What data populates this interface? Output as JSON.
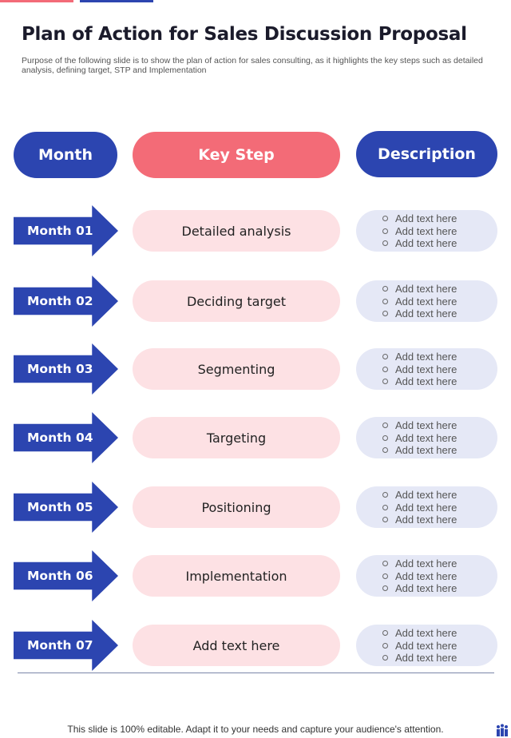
{
  "title": "Plan of Action for Sales Discussion Proposal",
  "subtitle": "Purpose of the following slide is to show the plan of action for sales consulting, as it highlights the key steps such as detailed analysis, defining target, STP and Implementation",
  "headers": {
    "month": "Month",
    "key_step": "Key Step",
    "description": "Description"
  },
  "rows": [
    {
      "month": "Month 01",
      "step": "Detailed analysis",
      "items": [
        "Add text here",
        "Add text here",
        "Add text here"
      ]
    },
    {
      "month": "Month 02",
      "step": "Deciding target",
      "items": [
        "Add text here",
        "Add text here",
        "Add text here"
      ]
    },
    {
      "month": "Month 03",
      "step": "Segmenting",
      "items": [
        "Add text here",
        "Add text here",
        "Add text here"
      ]
    },
    {
      "month": "Month 04",
      "step": "Targeting",
      "items": [
        "Add text here",
        "Add text here",
        "Add text here"
      ]
    },
    {
      "month": "Month 05",
      "step": "Positioning",
      "items": [
        "Add text here",
        "Add text here",
        "Add text here"
      ]
    },
    {
      "month": "Month 06",
      "step": "Implementation",
      "items": [
        "Add text here",
        "Add text here",
        "Add text here"
      ]
    },
    {
      "month": "Month 07",
      "step": "Add text here",
      "items": [
        "Add text here",
        "Add text here",
        "Add text here"
      ]
    }
  ],
  "footer": "This slide is 100% editable. Adapt it to your needs and capture your audience's attention.",
  "colors": {
    "blue": "#2c45b0",
    "red": "#f36b77",
    "pink_light": "#fde1e4",
    "blue_light": "#e5e8f6"
  },
  "logo_icon": "people-group-icon"
}
